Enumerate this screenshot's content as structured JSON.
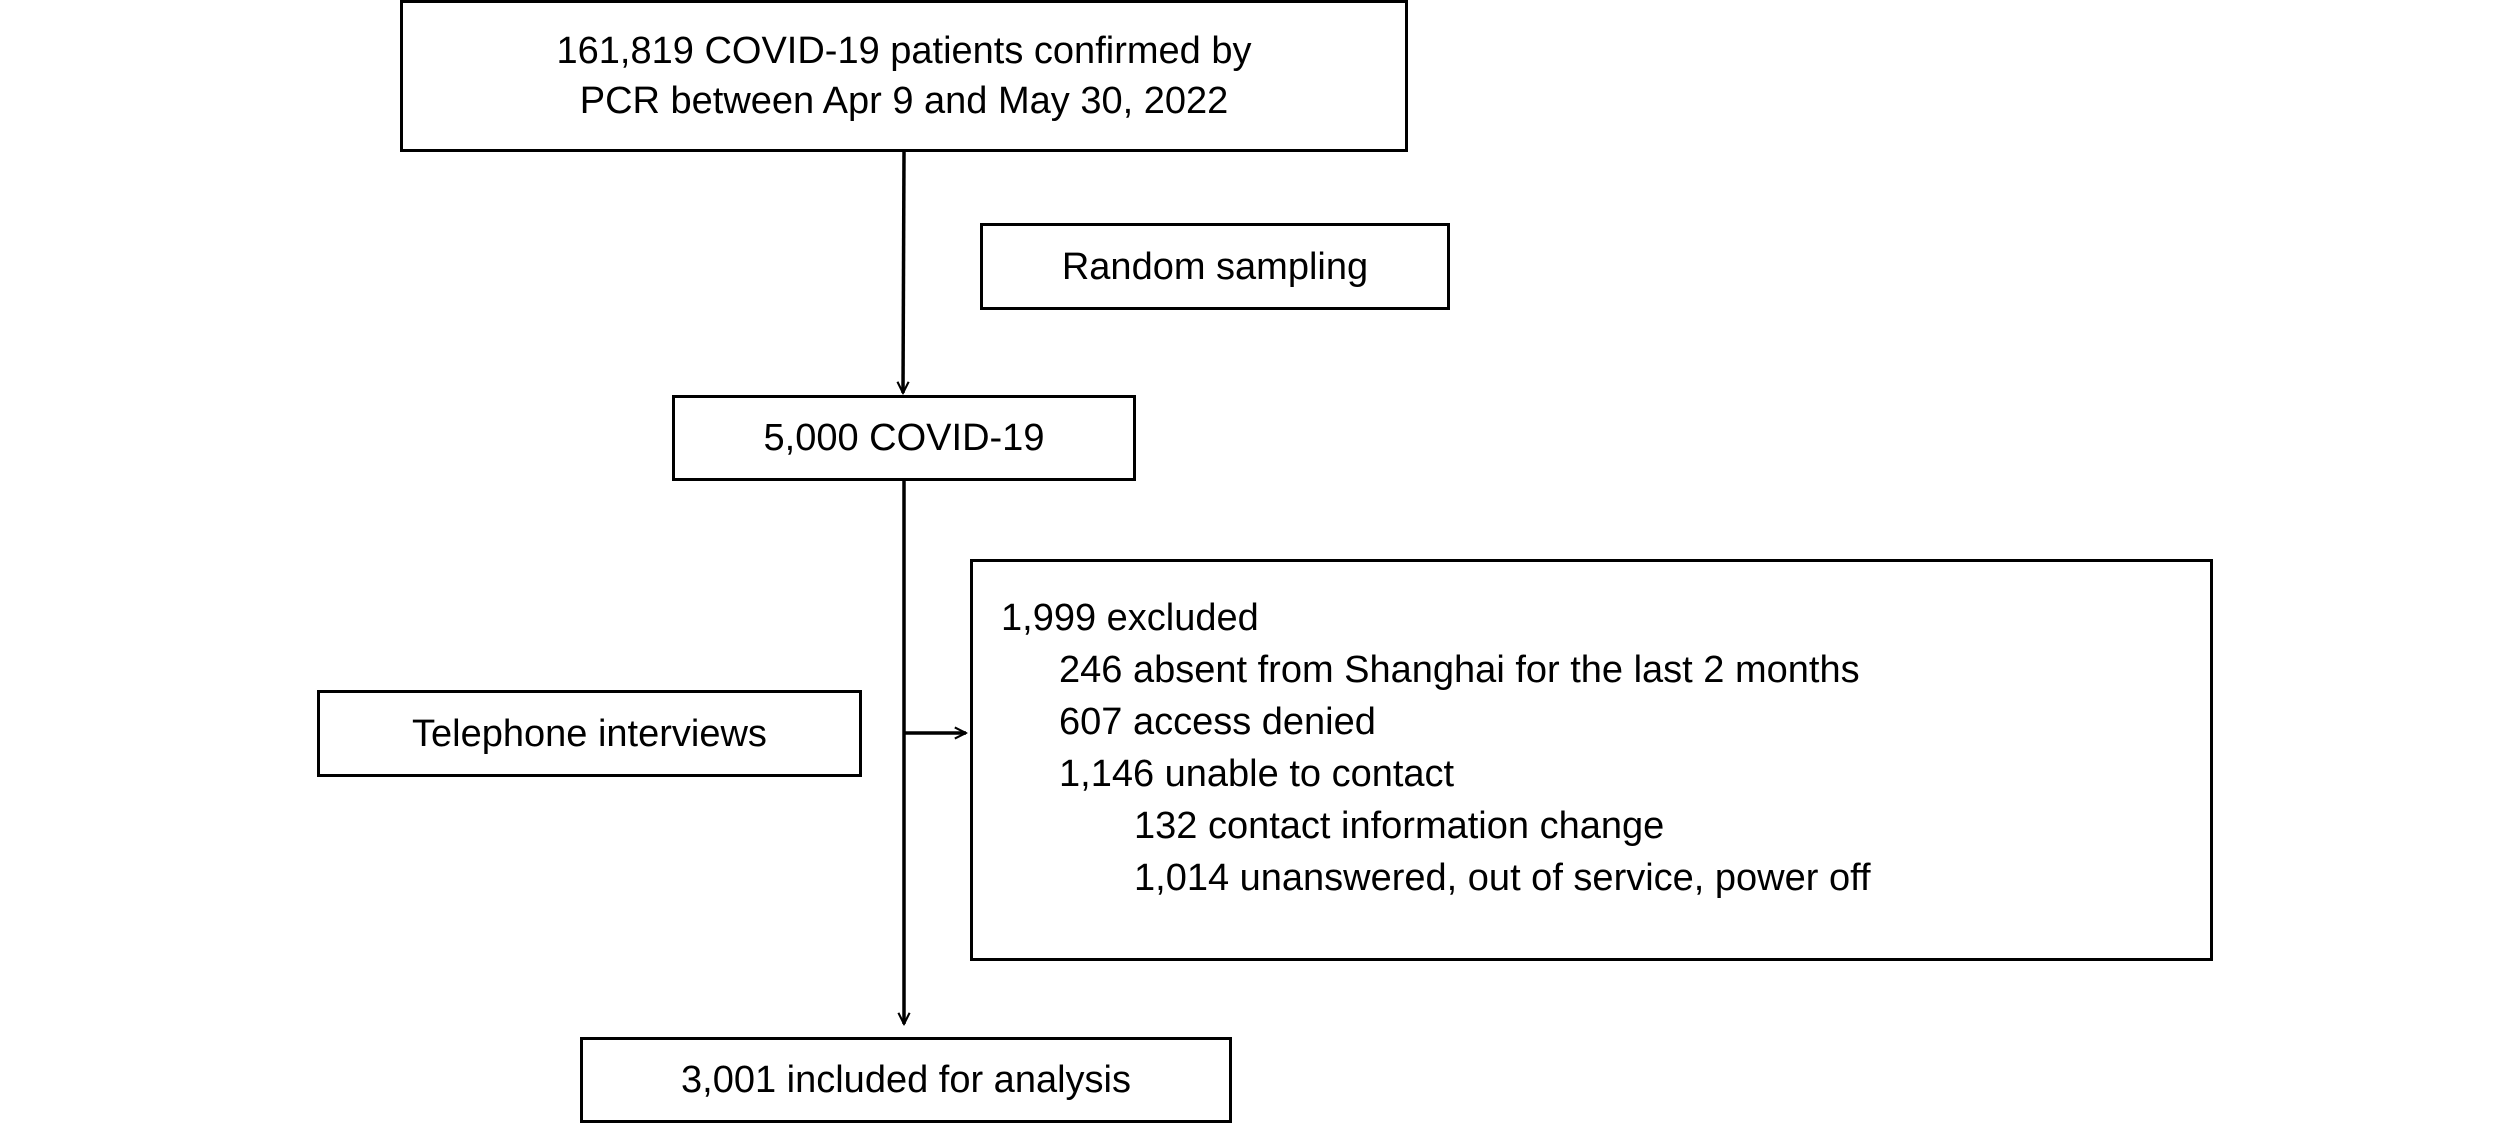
{
  "diagram": {
    "source": {
      "line1": "161,819 COVID-19 patients confirmed by",
      "line2": "PCR between Apr 9 and May 30, 2022"
    },
    "sampling_step": "Random sampling",
    "sampled": "5,000 COVID-19",
    "interview_step": "Telephone interviews",
    "excluded": {
      "total": "1,999 excluded",
      "reasons": [
        "246 absent from Shanghai for the last 2 months",
        "607 access denied",
        "1,146 unable to contact"
      ],
      "sub_reasons": [
        "132 contact information change",
        "1,014 unanswered, out of service, power off"
      ]
    },
    "included": "3,001 included for analysis"
  }
}
